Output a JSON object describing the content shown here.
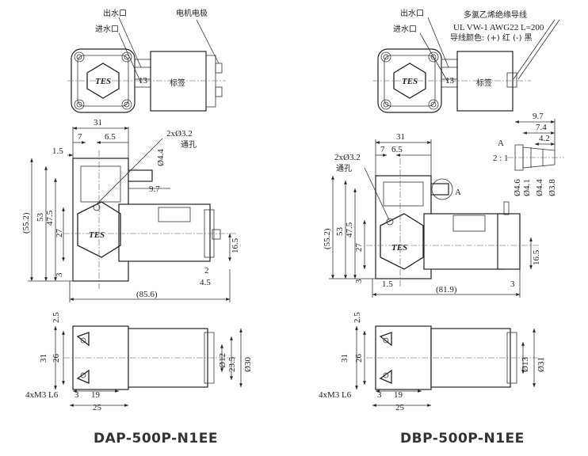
{
  "left": {
    "model": "DAP-500P-N1EE",
    "top_labels": {
      "outlet": "出水口",
      "inlet": "进水口",
      "terminals": "电机电极",
      "dim_13": "13",
      "label_text": "标签"
    },
    "front_dims": {
      "d31": "31",
      "d7": "7",
      "d6_5": "6.5",
      "d1_5": "1.5",
      "hole": "2xØ3.2",
      "hole_note": "通孔",
      "d4_4": "Ø4.4",
      "d9_7": "9.7",
      "d55_2": "(55.2)",
      "d53": "53",
      "d47_5": "47.5",
      "d27": "27",
      "d3": "3",
      "d16_5": "16.5",
      "d2": "2",
      "d4_5": "4.5",
      "d85_6": "(85.6)"
    },
    "bottom_dims": {
      "d2_5": "2.5",
      "d31": "31",
      "d26": "26",
      "d12": "Ø12",
      "d23_5": "23.5",
      "d30": "Ø30",
      "thread": "4xM3 L6",
      "d3": "3",
      "d19": "19",
      "d25": "25"
    }
  },
  "right": {
    "model": "DBP-500P-N1EE",
    "top_labels": {
      "outlet": "出水口",
      "inlet": "进水口",
      "wire_title": "多氯乙烯绝缘导线",
      "wire_spec": "UL VW-1 AWG22 L=200",
      "wire_color": "导线颜色:  (+) 红  (-) 黑",
      "dim_13": "13",
      "label_text": "标签"
    },
    "front_dims": {
      "d31": "31",
      "d7": "7",
      "d6_5": "6.5",
      "hole": "2xØ3.2",
      "hole_note": "通孔",
      "detail_a": "A",
      "d55_2": "(55.2)",
      "d53": "53",
      "d47_5": "47.5",
      "d27": "27",
      "d3": "3",
      "d1_5": "1.5",
      "d3b": "3",
      "d16_5": "16.5",
      "d81_9": "(81.9)"
    },
    "detail": {
      "label": "A",
      "scale": "2 : 1",
      "d9_7": "9.7",
      "d7_4": "7.4",
      "d4_2": "4.2",
      "d4_6": "Ø4.6",
      "d4_1": "Ø4.1",
      "d4_4": "Ø4.4",
      "d3_8": "Ø3.8"
    },
    "bottom_dims": {
      "d2_5": "2.5",
      "d31": "31",
      "d26": "26",
      "d13": "Ø13",
      "d31b": "Ø31",
      "thread": "4xM3 L6",
      "d3": "3",
      "d19": "19",
      "d25": "25"
    }
  }
}
